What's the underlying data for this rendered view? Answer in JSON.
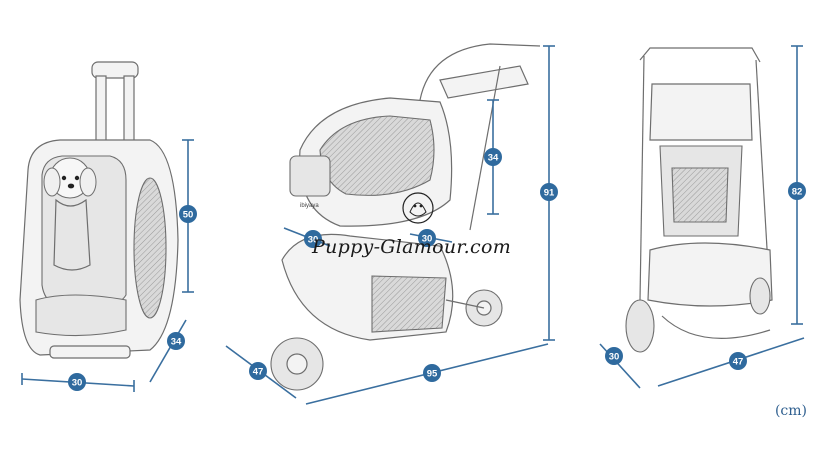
{
  "unit_label": "(cm)",
  "watermark_text": "Puppy-Glamour.com",
  "brand_text": "ibiyaya",
  "colors": {
    "dimension": "#2f6a9e",
    "outline": "#6e6e6e"
  },
  "products": [
    {
      "name": "backpack-trolley",
      "dimensions": {
        "width": "30",
        "depth": "34",
        "height": "50"
      }
    },
    {
      "name": "pet-stroller-side",
      "dimensions": {
        "width_front": "30",
        "width_mid": "30",
        "carrier_height": "34",
        "height": "91",
        "wheel": "47",
        "length": "95"
      }
    },
    {
      "name": "pet-stroller-front",
      "dimensions": {
        "height": "82",
        "depth": "30",
        "width": "47"
      }
    }
  ]
}
